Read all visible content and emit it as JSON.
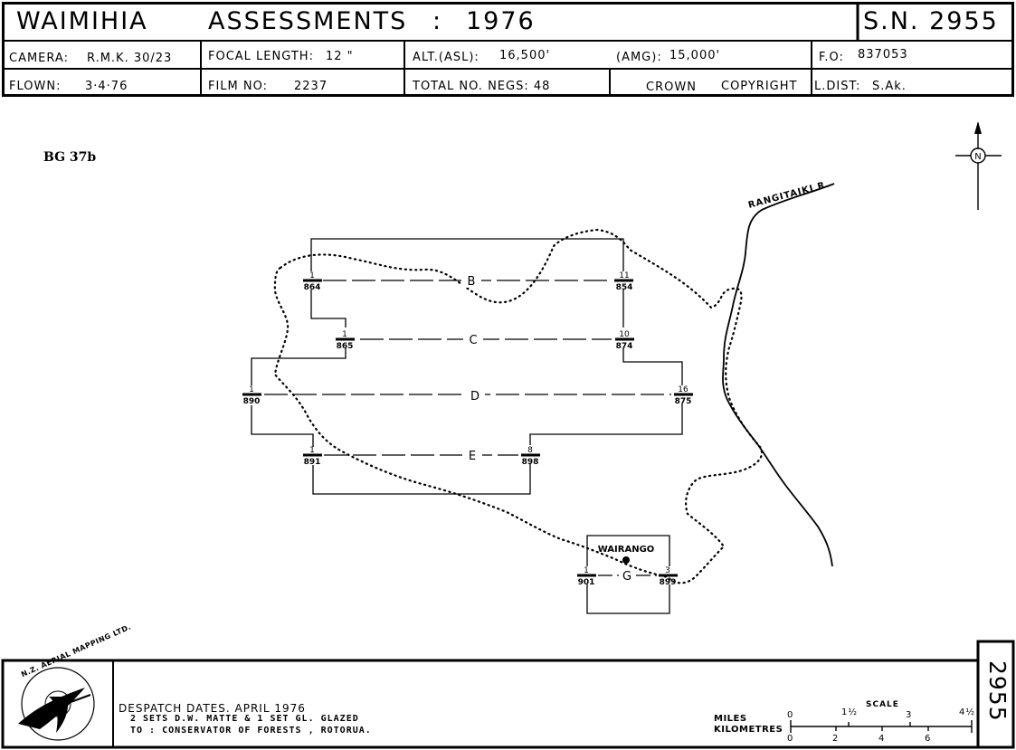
{
  "header": {
    "area": "WAIMIHIA",
    "subject": "ASSESSMENTS",
    "colon": ":",
    "year": "1976",
    "sn": "S.N. 2955",
    "camera_label": "CAMERA:",
    "camera_value": "R.M.K. 30/23",
    "focal_label": "FOCAL LENGTH:",
    "focal_value": "12 \"",
    "alt_asl_label": "ALT.(ASL):",
    "alt_asl_value": "16,500'",
    "amg_label": "(AMG):",
    "amg_value": "15,000'",
    "fo_label": "F.O:",
    "fo_value": "837053",
    "flown_label": "FLOWN:",
    "flown_value": "3·4·76",
    "film_label": "FILM NO:",
    "film_value": "2237",
    "negs_label": "TOTAL NO. NEGS: 48",
    "crown": "CROWN",
    "copyright": "COPYRIGHT",
    "ldist_label": "L.DIST:",
    "ldist_value": "S.Ak."
  },
  "map": {
    "sheet_ref": "BG 37b",
    "north_symbol": "N",
    "river_label": "RANGITAIKI R.",
    "place_label": "WAIRANGO",
    "runs": {
      "B": {
        "label": "B",
        "left_top": "1",
        "left_bottom": "864",
        "right_top": "11",
        "right_bottom": "854"
      },
      "C": {
        "label": "C",
        "left_top": "1",
        "left_bottom": "865",
        "right_top": "10",
        "right_bottom": "874"
      },
      "D": {
        "label": "D",
        "left_top": "1",
        "left_bottom": "890",
        "right_top": "16",
        "right_bottom": "875"
      },
      "E": {
        "label": "E",
        "left_top": "1",
        "left_bottom": "891",
        "right_top": "8",
        "right_bottom": "898"
      },
      "G": {
        "label": "G",
        "left_top": "1",
        "left_bottom": "901",
        "right_top": "3",
        "right_bottom": "899"
      }
    }
  },
  "footer": {
    "logo_text": "N.Z. AERIAL MAPPING LTD.",
    "despatch_line": "DESPATCH  DATES.  APRIL   1976",
    "sets_line": "2 SETS  D.W. MATTE  &  1 SET GL. GLAZED",
    "to_line": "TO :   CONSERVATOR    OF    FORESTS ,   ROTORUA.",
    "miles_label": "MILES",
    "km_label": "KILOMETRES",
    "scale_title": "SCALE",
    "miles_ticks": [
      "0",
      "1½",
      "3",
      "4½"
    ],
    "km_ticks": [
      "0",
      "2",
      "4",
      "6"
    ],
    "sheet_number": "2955"
  }
}
